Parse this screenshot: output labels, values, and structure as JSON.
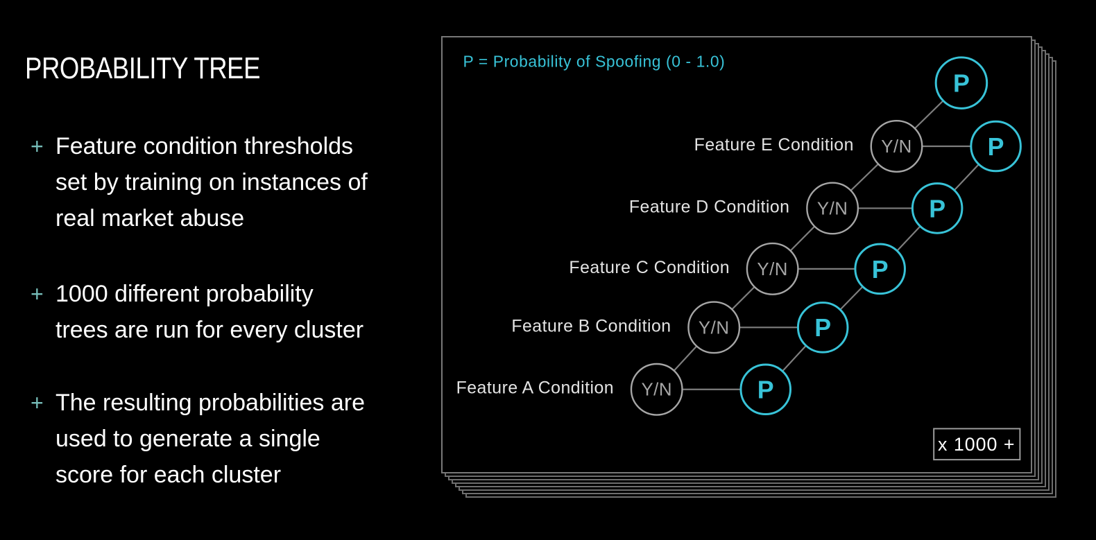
{
  "colors": {
    "page_bg": "#000000",
    "text_white": "#ffffff",
    "accent_cyan": "#38c3d8",
    "bullet_teal": "#76bdb9",
    "node_gray": "#a6a6a6",
    "line_gray": "#7e7e7e",
    "label_light": "#e4e4e4",
    "panel_border": "#787878",
    "box_border": "#9c9c9c"
  },
  "left": {
    "title": "PROBABILITY TREE",
    "bullets": [
      {
        "marker": "+",
        "lines": [
          "Feature condition thresholds",
          "set by training on instances of",
          "real market abuse"
        ]
      },
      {
        "marker": "+",
        "lines": [
          "1000 different probability",
          "trees are run for every cluster"
        ]
      },
      {
        "marker": "+",
        "lines": [
          "The resulting probabilities are",
          "used to generate a single",
          "score for each cluster"
        ]
      }
    ]
  },
  "diagram": {
    "legend": "P = Probability of Spoofing (0 - 1.0)",
    "multiplier": "x 1000 +",
    "yn_label": "Y/N",
    "p_label": "P",
    "levels": [
      {
        "label": "Feature A Condition"
      },
      {
        "label": "Feature B Condition"
      },
      {
        "label": "Feature C Condition"
      },
      {
        "label": "Feature D Condition"
      },
      {
        "label": "Feature E Condition"
      }
    ]
  }
}
